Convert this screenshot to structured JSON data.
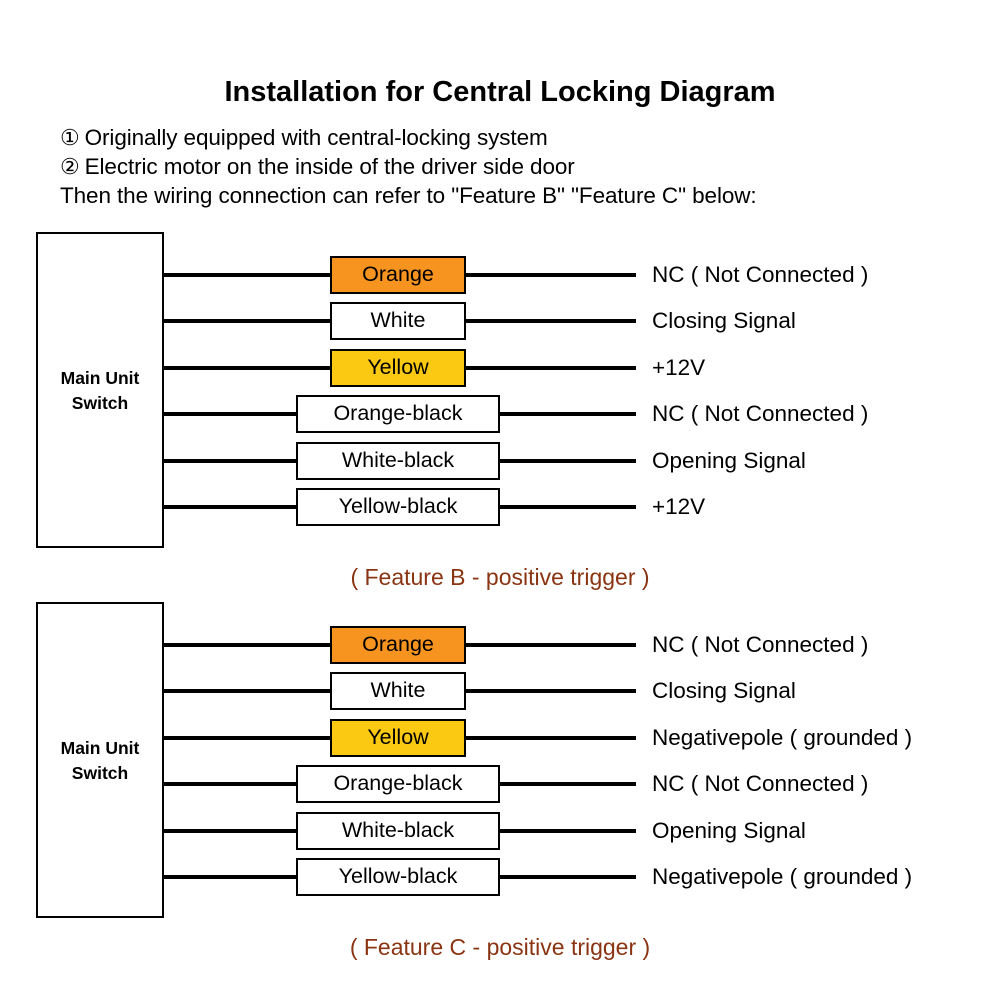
{
  "page": {
    "title": "Installation for Central Locking Diagram",
    "background_color": "#FFFFFF",
    "header_lines": [
      {
        "marker": "①",
        "text": "Originally equipped with central-locking system"
      },
      {
        "marker": "②",
        "text": "Electric motor on the inside of the driver side door"
      },
      {
        "marker": "",
        "text": "Then the wiring connection can refer to \"Feature B\" \"Feature C\" below:"
      }
    ]
  },
  "colors": {
    "orange": "#F79420",
    "yellow": "#FBC911",
    "white": "#FFFFFF",
    "wire": "#000000",
    "caption": "#8A3412",
    "text": "#000000"
  },
  "diagrams": [
    {
      "id": "feature-b",
      "unit_label": "Main Unit\nSwitch",
      "caption": "( Feature B - positive trigger )",
      "rows": [
        {
          "wire": "Orange",
          "swatch": "orange",
          "width": "narrow",
          "function": "NC ( Not Connected )"
        },
        {
          "wire": "White",
          "swatch": "white",
          "width": "narrow",
          "function": "Closing Signal"
        },
        {
          "wire": "Yellow",
          "swatch": "yellow",
          "width": "narrow",
          "function": "+12V"
        },
        {
          "wire": "Orange-black",
          "swatch": "white",
          "width": "wide",
          "function": "NC ( Not Connected )"
        },
        {
          "wire": "White-black",
          "swatch": "white",
          "width": "wide",
          "function": "Opening Signal"
        },
        {
          "wire": "Yellow-black",
          "swatch": "white",
          "width": "wide",
          "function": "+12V"
        }
      ]
    },
    {
      "id": "feature-c",
      "unit_label": "Main Unit\nSwitch",
      "caption": "( Feature C - positive trigger )",
      "rows": [
        {
          "wire": "Orange",
          "swatch": "orange",
          "width": "narrow",
          "function": "NC ( Not Connected )"
        },
        {
          "wire": "White",
          "swatch": "white",
          "width": "narrow",
          "function": "Closing Signal"
        },
        {
          "wire": "Yellow",
          "swatch": "yellow",
          "width": "narrow",
          "function": "Negativepole ( grounded )"
        },
        {
          "wire": "Orange-black",
          "swatch": "white",
          "width": "wide",
          "function": "NC ( Not Connected )"
        },
        {
          "wire": "White-black",
          "swatch": "white",
          "width": "wide",
          "function": "Opening Signal"
        },
        {
          "wire": "Yellow-black",
          "swatch": "white",
          "width": "wide",
          "function": "Negativepole ( grounded )"
        }
      ]
    }
  ]
}
